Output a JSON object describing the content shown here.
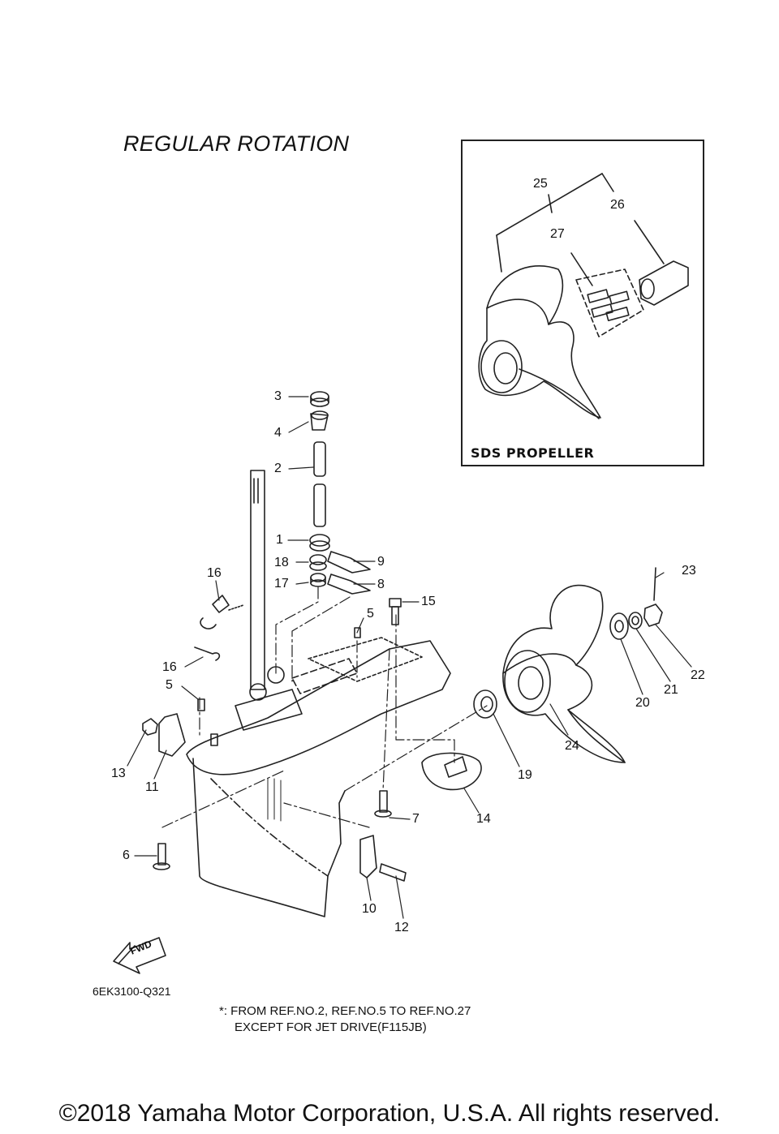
{
  "title": "REGULAR ROTATION",
  "inset": {
    "label": "SDS PROPELLER"
  },
  "callouts": [
    {
      "id": "c3",
      "text": "3"
    },
    {
      "id": "c4",
      "text": "4"
    },
    {
      "id": "c2",
      "text": "2"
    },
    {
      "id": "c1",
      "text": "1"
    },
    {
      "id": "c18",
      "text": "18"
    },
    {
      "id": "c17",
      "text": "17"
    },
    {
      "id": "c9",
      "text": "9"
    },
    {
      "id": "c8",
      "text": "8"
    },
    {
      "id": "c16a",
      "text": "16"
    },
    {
      "id": "c16b",
      "text": "16"
    },
    {
      "id": "c5a",
      "text": "5"
    },
    {
      "id": "c5b",
      "text": "5"
    },
    {
      "id": "c15",
      "text": "15"
    },
    {
      "id": "c13",
      "text": "13"
    },
    {
      "id": "c11",
      "text": "11"
    },
    {
      "id": "c6",
      "text": "6"
    },
    {
      "id": "c7",
      "text": "7"
    },
    {
      "id": "c14",
      "text": "14"
    },
    {
      "id": "c19",
      "text": "19"
    },
    {
      "id": "c10",
      "text": "10"
    },
    {
      "id": "c12",
      "text": "12"
    },
    {
      "id": "c23",
      "text": "23"
    },
    {
      "id": "c20",
      "text": "20"
    },
    {
      "id": "c21",
      "text": "21"
    },
    {
      "id": "c22",
      "text": "22"
    },
    {
      "id": "c24",
      "text": "24"
    },
    {
      "id": "c25",
      "text": "25"
    },
    {
      "id": "c26",
      "text": "26"
    },
    {
      "id": "c27",
      "text": "27"
    }
  ],
  "fwd_label": "FWD",
  "diagram_code": "6EK3100-Q321",
  "note": {
    "line1": "*: FROM REF.NO.2, REF.NO.5 TO REF.NO.27",
    "line2": "EXCEPT FOR JET DRIVE(F115JB)"
  },
  "copyright": "©2018 Yamaha Motor Corporation, U.S.A. All rights reserved."
}
